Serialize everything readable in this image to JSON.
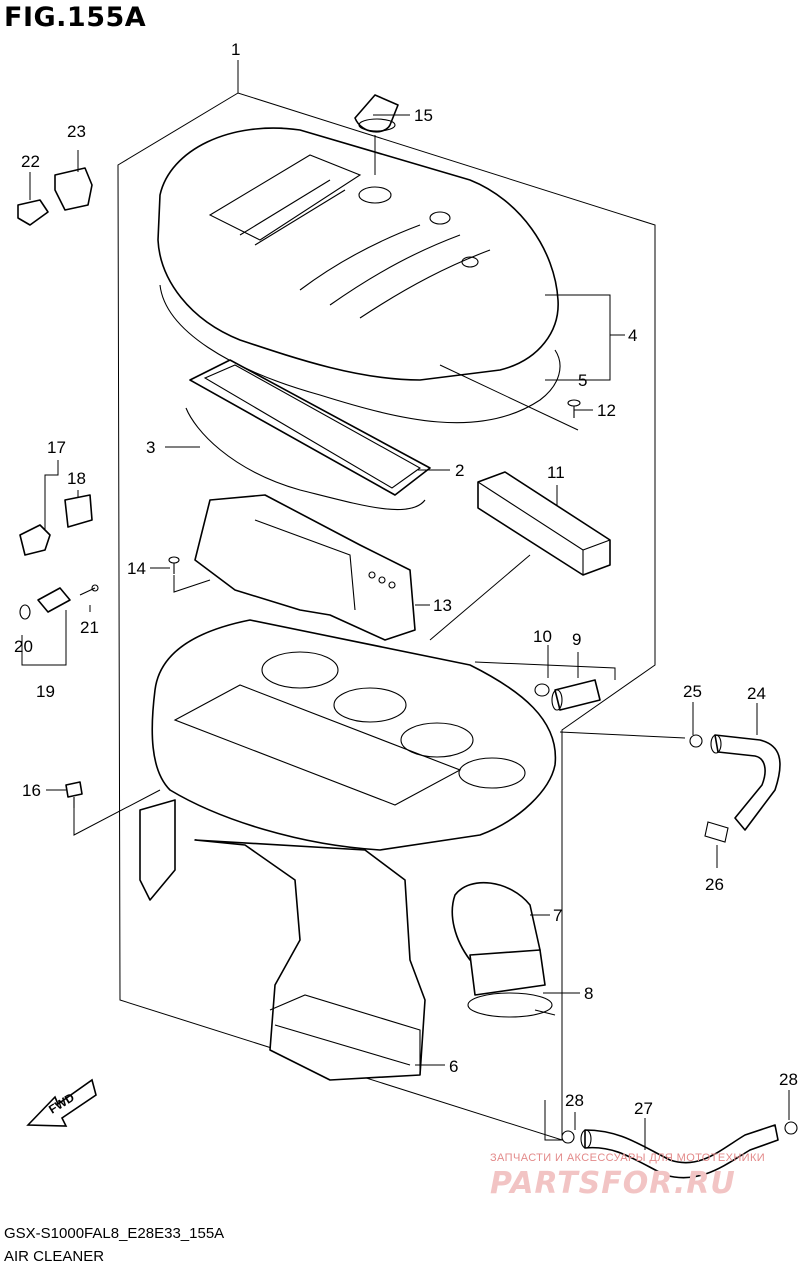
{
  "figure": {
    "title": "FIG.155A",
    "code": "GSX-S1000FAL8_E28E33_155A",
    "name": "AIR CLEANER"
  },
  "callouts": [
    "1",
    "2",
    "3",
    "4",
    "5",
    "6",
    "7",
    "8",
    "9",
    "10",
    "11",
    "12",
    "13",
    "14",
    "15",
    "16",
    "17",
    "18",
    "19",
    "20",
    "21",
    "22",
    "23",
    "24",
    "25",
    "26",
    "27",
    "28",
    "28"
  ],
  "direction_badge": "FWD",
  "watermark": {
    "tagline": "ЗАПЧАСТИ И АКСЕССУАРЫ ДЛЯ МОТОТЕХНИКИ",
    "logo": "PARTSFOR.RU"
  }
}
